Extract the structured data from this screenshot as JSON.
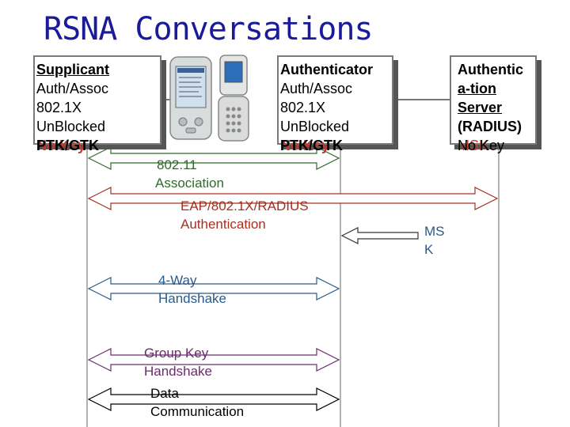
{
  "title": "RSNA Conversations",
  "supplicant": {
    "header": "Supplicant",
    "lines": [
      "Auth/Assoc",
      "802.1X",
      "UnBlocked"
    ],
    "key_under": "No Key",
    "key_over": "PTK/GTK"
  },
  "authenticator": {
    "header": "Authenticator",
    "lines": [
      "Auth/Assoc",
      "802.1X",
      "UnBlocked"
    ],
    "key_under": "No Key",
    "key_over": "PTK/GTK"
  },
  "auth_server": {
    "header_lines": [
      "Authentic",
      "a-tion",
      "Server",
      "(RADIUS)"
    ],
    "key_under": "MSK",
    "key_over": "No Key"
  },
  "messages": {
    "association": [
      "802.11",
      "Association"
    ],
    "eap": [
      "EAP/802.1X/RADIUS",
      "Authentication"
    ],
    "msk": [
      "MS",
      "K"
    ],
    "four_way": [
      "4-Way",
      "Handshake"
    ],
    "group_key": [
      "Group Key",
      "Handshake"
    ],
    "data": [
      "Data",
      "Communication"
    ]
  },
  "colors": {
    "title": "#1a1a9a",
    "association": "#2f6b2a",
    "eap": "#a63020",
    "four_way": "#2a5a8a",
    "group_key": "#6a2c6a",
    "data": "#000000",
    "lifeline": "#999999"
  },
  "icons": [
    "pda-icon",
    "flip-phone-icon"
  ]
}
